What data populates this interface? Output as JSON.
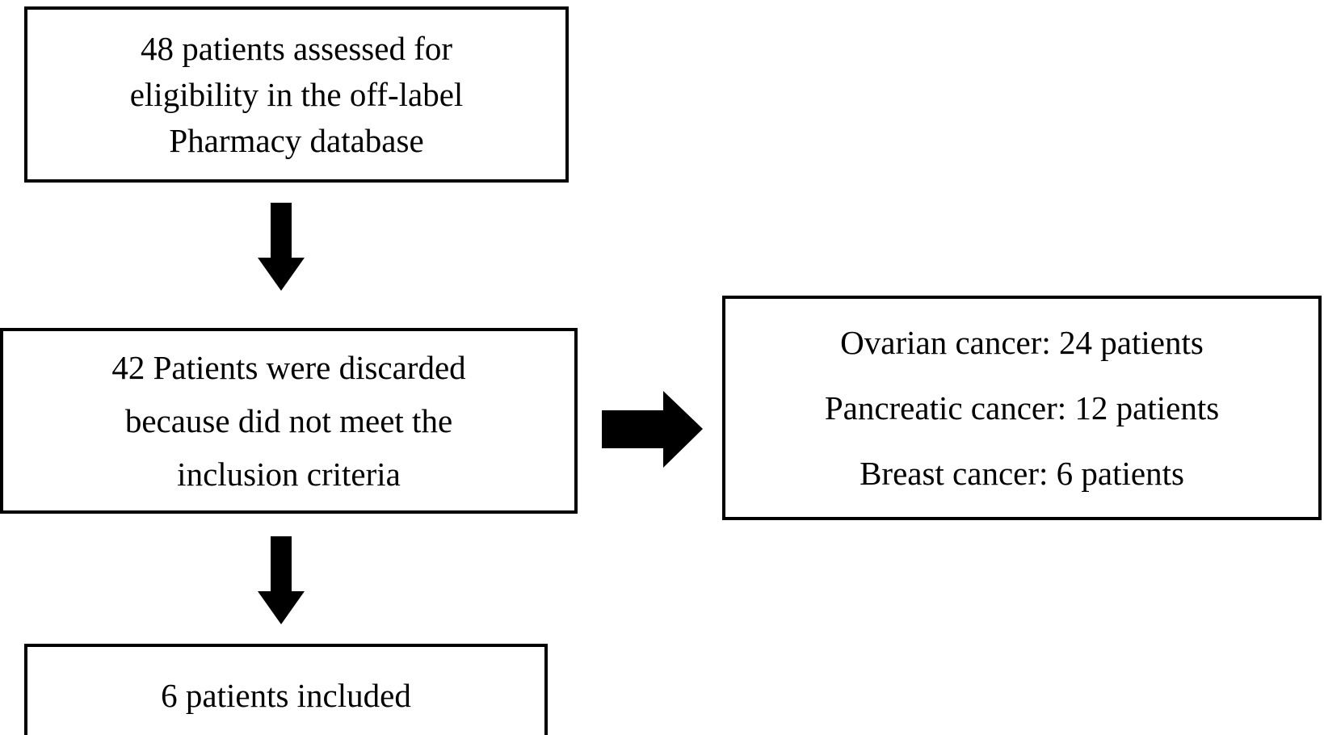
{
  "figure": {
    "type": "flowchart",
    "orientation": "vertical-with-side-branch",
    "background_color": "#ffffff",
    "stroke_color": "#000000"
  },
  "nodes": {
    "eligibility": {
      "id": "box-eligibility",
      "lines": [
        "48 patients assessed for",
        "eligibility in the off-label",
        "Pharmacy database"
      ]
    },
    "discarded": {
      "id": "box-discarded",
      "lines": [
        "42 Patients were discarded",
        "because did not meet the",
        "inclusion criteria"
      ]
    },
    "breakdown": {
      "id": "box-cancer-breakdown",
      "lines": [
        "Ovarian cancer: 24 patients",
        "Pancreatic cancer: 12 patients",
        "Breast cancer: 6 patients"
      ]
    },
    "included": {
      "id": "box-included",
      "lines": [
        "6 patients included"
      ]
    }
  },
  "edges": [
    {
      "name": "eligibility-to-discarded",
      "direction": "down",
      "from": "eligibility",
      "to": "discarded",
      "icon": "arrow-down-icon"
    },
    {
      "name": "discarded-to-breakdown",
      "direction": "right",
      "from": "discarded",
      "to": "breakdown",
      "icon": "arrow-right-icon"
    },
    {
      "name": "discarded-to-included",
      "direction": "down",
      "from": "discarded",
      "to": "included",
      "icon": "arrow-down-icon"
    }
  ],
  "chart_data": {
    "type": "table",
    "title": "",
    "categories": [
      "Ovarian cancer",
      "Pancreatic cancer",
      "Breast cancer"
    ],
    "values": [
      24,
      12,
      6
    ],
    "units": "patients",
    "totals": {
      "assessed_for_eligibility": 48,
      "discarded_not_meeting_inclusion_criteria": 42,
      "included": 6
    }
  }
}
